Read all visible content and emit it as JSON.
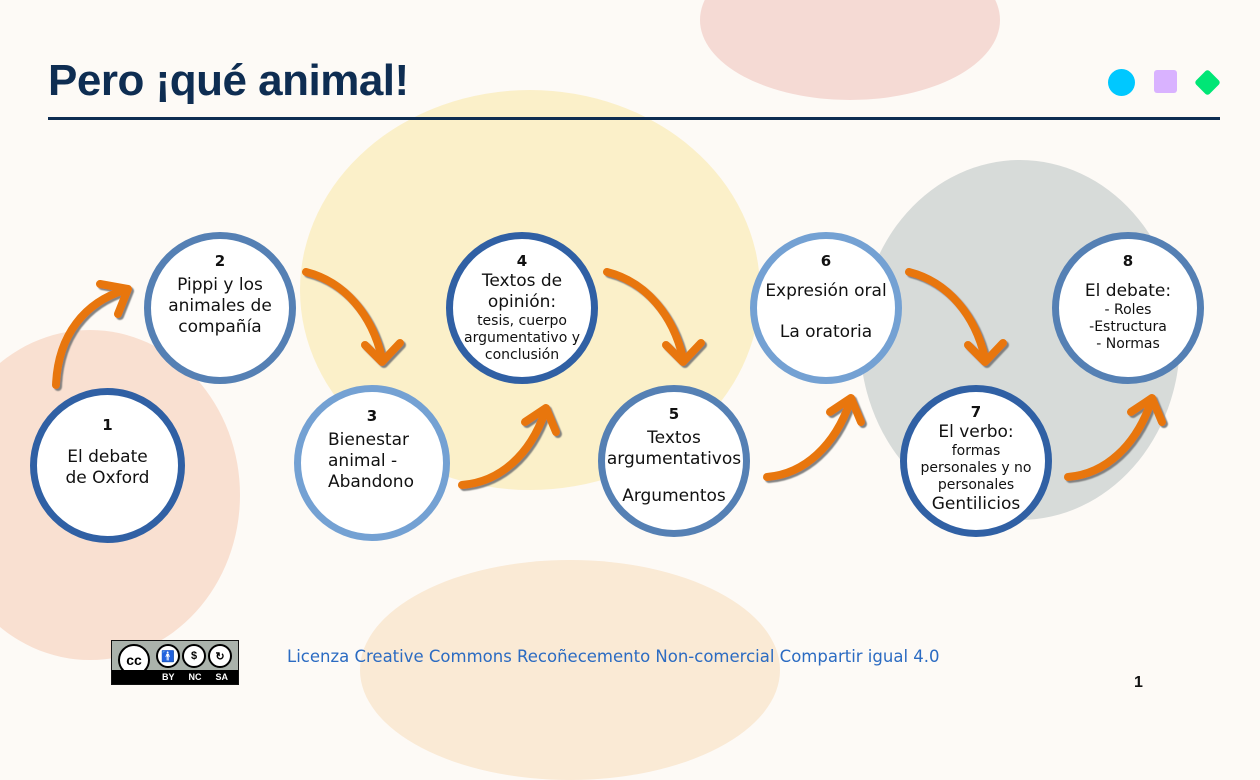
{
  "slide": {
    "title": "Pero ¡qué animal!",
    "page_number": "1",
    "accent_colors": {
      "title": "#0e2d52",
      "circle_deco": "#00c8ff",
      "square_deco": "#d9b2ff",
      "diamond_deco": "#00e676",
      "arrow": "#e8760a",
      "ring_dark": "#3060a4",
      "ring_medium": "#5580b4",
      "ring_light": "#74a1d3",
      "license_text": "#2b6bc2"
    }
  },
  "steps": [
    {
      "number": "1",
      "lines": [
        "El debate",
        "de Oxford"
      ],
      "sub": []
    },
    {
      "number": "2",
      "lines": [
        "Pippi y los",
        "animales de",
        "compañía"
      ],
      "sub": []
    },
    {
      "number": "3",
      "lines": [
        "Bienestar",
        "animal -",
        "Abandono"
      ],
      "sub": []
    },
    {
      "number": "4",
      "lines": [
        "Textos de",
        "opinión:"
      ],
      "sub": [
        "tesis, cuerpo",
        "argumentativo y",
        "conclusión"
      ]
    },
    {
      "number": "5",
      "lines": [
        "Textos",
        "argumentativos",
        "",
        "Argumentos"
      ],
      "sub": []
    },
    {
      "number": "6",
      "lines": [
        "Expresión oral",
        "",
        "La oratoria"
      ],
      "sub": []
    },
    {
      "number": "7",
      "lines": [
        "El verbo:"
      ],
      "sub": [
        "formas",
        "personales y no",
        "personales"
      ],
      "tail": "Gentilicios"
    },
    {
      "number": "8",
      "lines": [
        "El debate:"
      ],
      "sub": [
        "- Roles",
        "-Estructura",
        "- Normas"
      ]
    }
  ],
  "footer": {
    "cc_badge": {
      "icon": "creative-commons-by-nc-sa-icon",
      "main": "cc",
      "labels": [
        "BY",
        "NC",
        "SA"
      ]
    },
    "license_text": "Licenza Creative Commons Recoñecemento Non-comercial Compartir igual 4.0"
  }
}
